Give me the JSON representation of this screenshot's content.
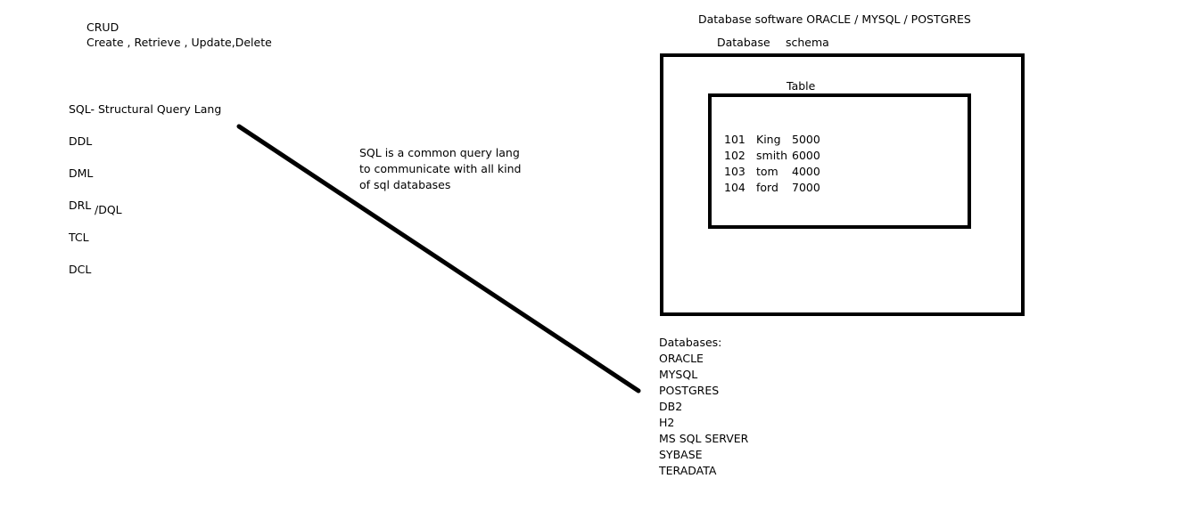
{
  "crud": {
    "title": "CRUD",
    "expansion": "Create , Retrieve , Update,Delete"
  },
  "sql_list": {
    "heading": "SQL- Structural Query Lang",
    "items": [
      "DDL",
      "DML",
      "DRL",
      "TCL",
      "DCL"
    ],
    "drl_suffix": "/DQL"
  },
  "sql_note": {
    "lines": [
      "SQL is a common query lang",
      "to communicate with all kind",
      "of sql databases"
    ]
  },
  "software": {
    "title": "Database software ORACLE / MYSQL / POSTGRES",
    "database_label": "Database",
    "schema_label": "schema",
    "table_label": "Table"
  },
  "table_rows": [
    [
      "101",
      "King",
      "5000"
    ],
    [
      "102",
      "smith",
      "6000"
    ],
    [
      "103",
      "tom",
      "4000"
    ],
    [
      "104",
      "ford",
      "7000"
    ]
  ],
  "databases": {
    "heading": "Databases:",
    "items": [
      "ORACLE",
      "MYSQL",
      "POSTGRES",
      "DB2",
      "H2",
      "MS SQL SERVER",
      "SYBASE",
      "TERADATA"
    ]
  },
  "colors": {
    "ink": "#000000",
    "background": "#ffffff"
  }
}
